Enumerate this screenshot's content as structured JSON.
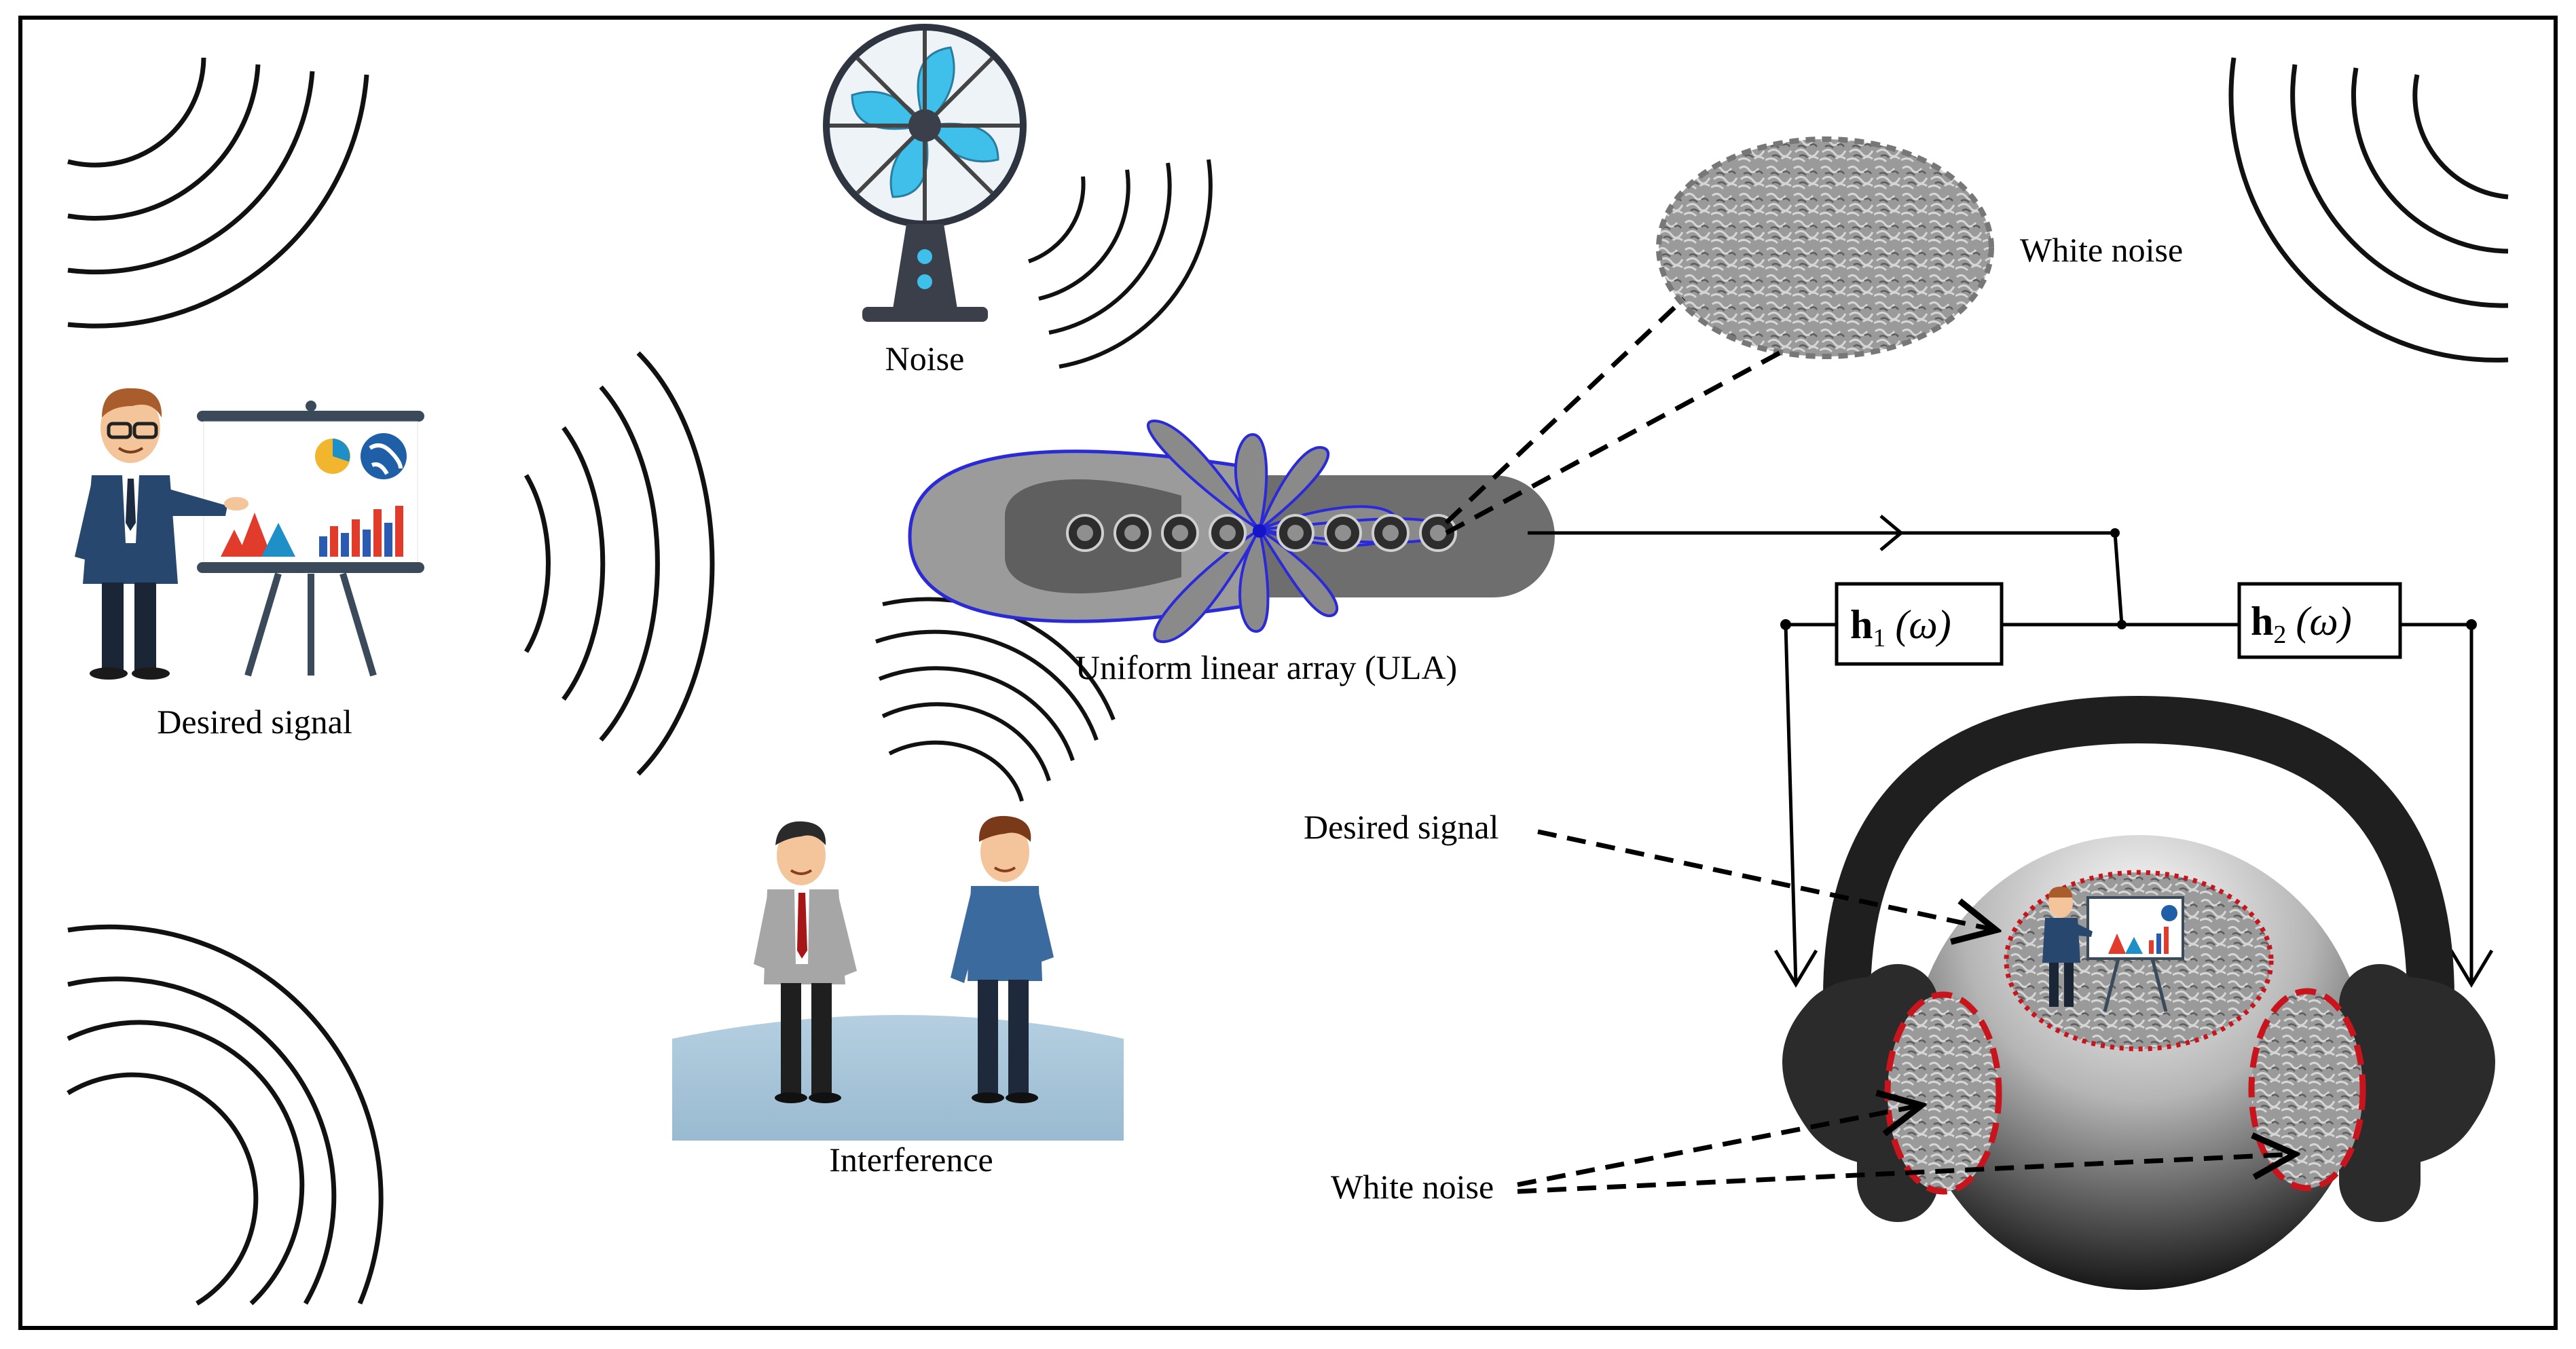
{
  "labels": {
    "desired_signal_left": "Desired signal",
    "noise": "Noise",
    "white_noise_top": "White noise",
    "ula": "Uniform linear array (ULA)",
    "interference": "Interference",
    "desired_signal_right": "Desired signal",
    "white_noise_bottom": "White noise"
  },
  "filters": {
    "h1": {
      "name": "h",
      "sub": "1",
      "arg": "(ω)"
    },
    "h2": {
      "name": "h",
      "sub": "2",
      "arg": "(ω)"
    }
  },
  "colors": {
    "beam_outline": "#2a2ad8",
    "beam_fill": "#9b9b9b",
    "array_body": "#6e6e6e",
    "noise_red": "#c8141c",
    "headphone_dark": "#1f1f1f",
    "fan_blade": "#3fc0ea",
    "ground": "#a7c4d9"
  },
  "icons": [
    "presenter-icon",
    "fan-icon",
    "conversation-icon",
    "headphones-icon",
    "microphone-element-icon"
  ]
}
